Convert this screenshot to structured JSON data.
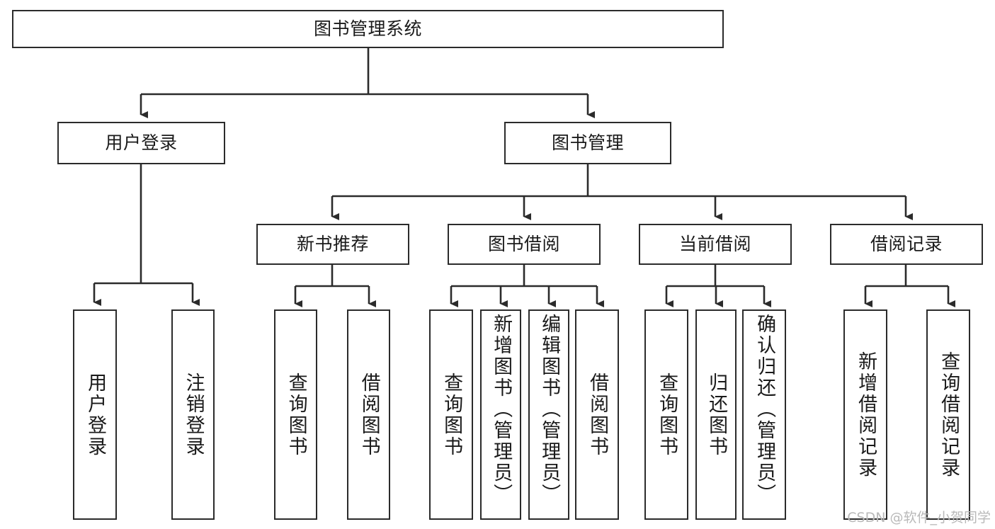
{
  "diagram": {
    "type": "tree-hierarchy-chart",
    "title": "图书管理系统",
    "stroke_color": "#2b2b2b",
    "background_color": "#ffffff",
    "text_color": "#1a1a1a"
  },
  "levels": {
    "root": {
      "label": "图书管理系统"
    },
    "level2": [
      {
        "label": "用户登录"
      },
      {
        "label": "图书管理"
      }
    ],
    "level3": [
      {
        "label": "新书推荐"
      },
      {
        "label": "图书借阅"
      },
      {
        "label": "当前借阅"
      },
      {
        "label": "借阅记录"
      }
    ],
    "leaves": {
      "user_login": [
        {
          "label": "用户登录"
        },
        {
          "label": "注销登录"
        }
      ],
      "new_book_recommend": [
        {
          "label": "查询图书"
        },
        {
          "label": "借阅图书"
        }
      ],
      "book_borrow": [
        {
          "label": "查询图书"
        },
        {
          "label": "新增图书（管理员）"
        },
        {
          "label": "编辑图书（管理员）"
        },
        {
          "label": "借阅图书"
        }
      ],
      "current_borrow": [
        {
          "label": "查询图书"
        },
        {
          "label": "归还图书"
        },
        {
          "label": "确认归还（管理员）"
        }
      ],
      "borrow_record": [
        {
          "label": "新增借阅记录"
        },
        {
          "label": "查询借阅记录"
        }
      ]
    }
  },
  "watermark": {
    "text": "CSDN @软件_小贺同学"
  }
}
